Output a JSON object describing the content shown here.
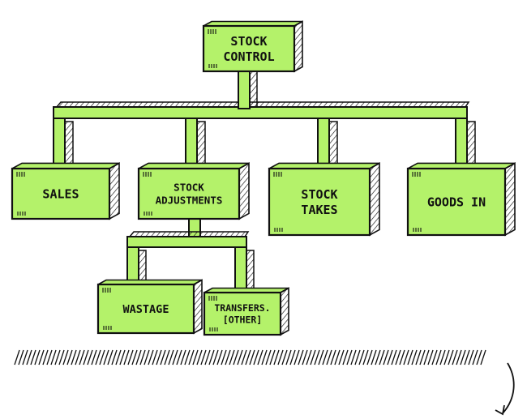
{
  "colors": {
    "box_fill": "#b4f26a",
    "stroke": "#111111",
    "background": "#ffffff"
  },
  "nodes": {
    "root": {
      "lines": [
        "STOCK",
        "CONTROL"
      ]
    },
    "sales": {
      "lines": [
        "SALES"
      ]
    },
    "adjustments": {
      "lines": [
        "STOCK",
        "ADJUSTMENTS"
      ]
    },
    "takes": {
      "lines": [
        "STOCK",
        "TAKES"
      ]
    },
    "goods_in": {
      "lines": [
        "GOODS IN"
      ]
    },
    "wastage": {
      "lines": [
        "WASTAGE"
      ]
    },
    "transfers": {
      "lines": [
        "TRANSFERS.",
        "[OTHER]"
      ]
    }
  },
  "edges": [
    [
      "root",
      "sales"
    ],
    [
      "root",
      "adjustments"
    ],
    [
      "root",
      "takes"
    ],
    [
      "root",
      "goods_in"
    ],
    [
      "adjustments",
      "wastage"
    ],
    [
      "adjustments",
      "transfers"
    ]
  ],
  "decorations": [
    "hatched-ground-line",
    "curved-arrow-icon"
  ]
}
